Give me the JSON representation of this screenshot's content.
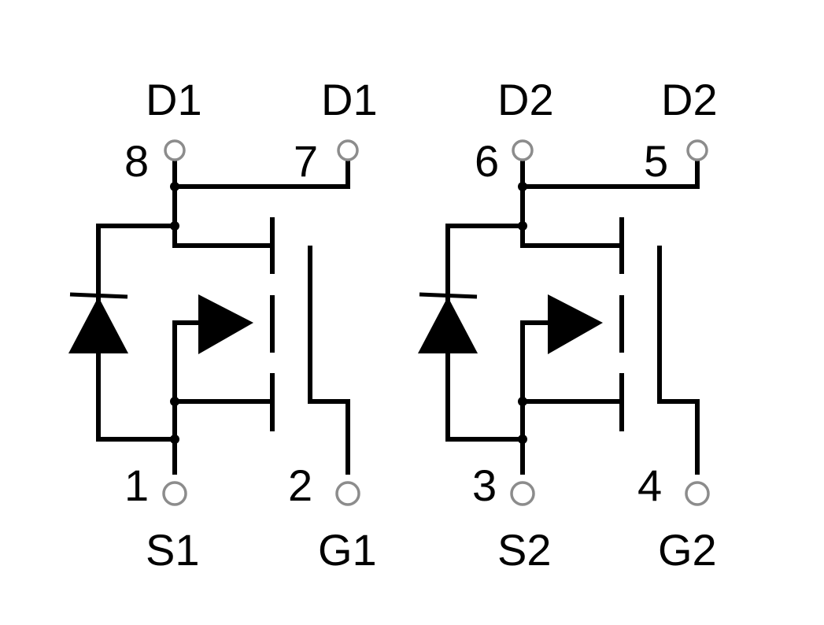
{
  "colors": {
    "wire": "#000000",
    "terminal_stroke": "#8c8c8c",
    "background": "#ffffff"
  },
  "mosfets": [
    {
      "drain_label": "D1",
      "drain_pins": [
        "8",
        "7"
      ],
      "source_label": "S1",
      "source_pin": "1",
      "gate_label": "G1",
      "gate_pin": "2"
    },
    {
      "drain_label": "D2",
      "drain_pins": [
        "6",
        "5"
      ],
      "source_label": "S2",
      "source_pin": "3",
      "gate_label": "G2",
      "gate_pin": "4"
    }
  ]
}
